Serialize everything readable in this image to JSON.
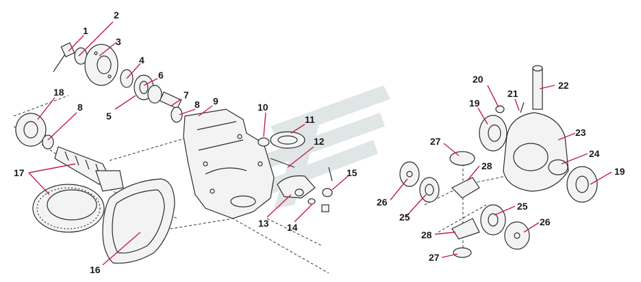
{
  "colors": {
    "leader": "#c2185b",
    "line": "#2a2a2a",
    "watermark": "#c8d0d0"
  },
  "watermark": {
    "icon": "stylized-logo-watermark"
  },
  "callouts": {
    "c1": "1",
    "c2": "2",
    "c3": "3",
    "c4": "4",
    "c5": "5",
    "c6": "6",
    "c7": "7",
    "c8a": "8",
    "c8b": "8",
    "c9": "9",
    "c10": "10",
    "c11": "11",
    "c12": "12",
    "c13": "13",
    "c14": "14",
    "c15": "15",
    "c16": "16",
    "c17": "17",
    "c18": "18",
    "c19a": "19",
    "c19b": "19",
    "c20": "20",
    "c21": "21",
    "c22": "22",
    "c23": "23",
    "c24": "24",
    "c25a": "25",
    "c25b": "25",
    "c26a": "26",
    "c26b": "26",
    "c27a": "27",
    "c27b": "27",
    "c28a": "28",
    "c28b": "28"
  }
}
